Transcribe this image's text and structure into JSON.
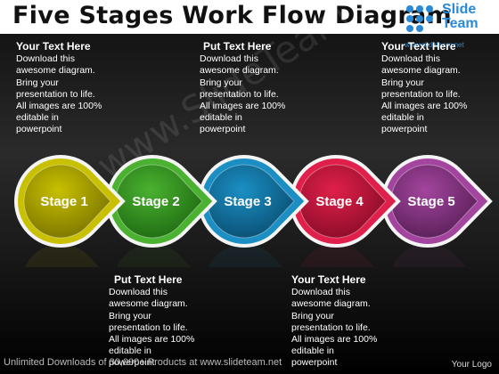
{
  "title": "Five Stages Work Flow Diagram",
  "logo": {
    "name_line1": "Slide",
    "name_line2": "Team",
    "url_text": "www.slideteam.net",
    "icon": "slideteam-dots-logo"
  },
  "watermark": "www.SlideTeam.net",
  "top_blocks": [
    {
      "heading": "Your Text Here",
      "lines": [
        "Download this",
        "awesome diagram.",
        "Bring your",
        "presentation to life.",
        "All images are 100%",
        "editable in",
        "powerpoint"
      ]
    },
    {
      "heading": "Put Text Here",
      "lines": [
        "Download this",
        "awesome diagram.",
        "Bring your",
        "presentation to life.",
        "All images are 100%",
        "editable in",
        "powerpoint"
      ]
    },
    {
      "heading": "Your Text Here",
      "lines": [
        "Download this",
        "awesome diagram.",
        "Bring your",
        "presentation to life.",
        "All images are 100%",
        "editable in",
        "powerpoint"
      ]
    }
  ],
  "bottom_blocks": [
    {
      "heading": "Put Text Here",
      "lines": [
        "Download this",
        "awesome diagram.",
        "Bring your",
        "presentation to life.",
        "All images are 100%",
        "editable in",
        "powerpoint"
      ]
    },
    {
      "heading": "Your Text Here",
      "lines": [
        "Download this",
        "awesome diagram.",
        "Bring your",
        "presentation to life.",
        "All images are 100%",
        "editable in",
        "powerpoint"
      ]
    }
  ],
  "stages": [
    {
      "label": "Stage 1",
      "color": "#c8c000",
      "dark": "#7a7400"
    },
    {
      "label": "Stage 2",
      "color": "#4ab230",
      "dark": "#1f6a12"
    },
    {
      "label": "Stage 3",
      "color": "#1b8fc4",
      "dark": "#0a4f72"
    },
    {
      "label": "Stage 4",
      "color": "#e0204a",
      "dark": "#8a0c28"
    },
    {
      "label": "Stage 5",
      "color": "#a3459e",
      "dark": "#5a1f58"
    }
  ],
  "footer": "Unlimited Downloads of 30,000+ Products at www.slideteam.net",
  "your_logo": "Your Logo"
}
